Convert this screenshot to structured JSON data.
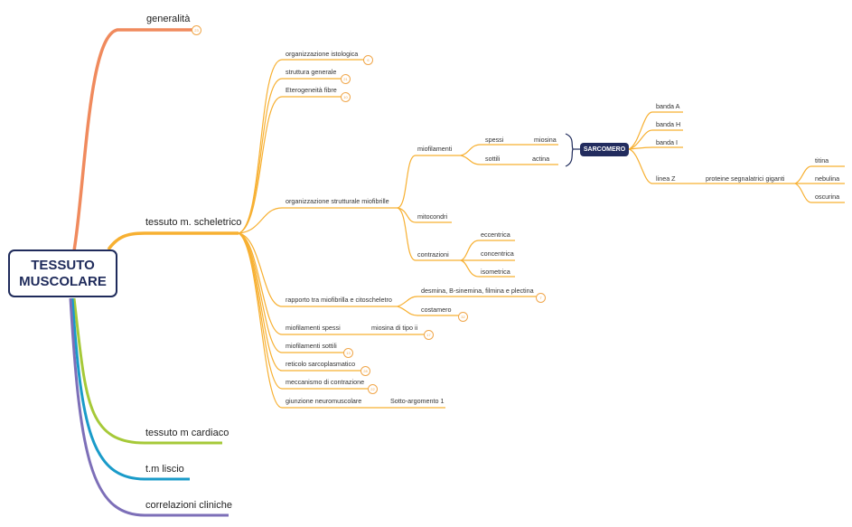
{
  "root": {
    "label": "TESSUTO\nMUSCOLARE"
  },
  "branches": {
    "generalita": {
      "label": "generalità",
      "badge": "23"
    },
    "scheletrico": {
      "label": "tessuto m. scheletrico"
    },
    "cardiaco": {
      "label": "tessuto m cardiaco"
    },
    "liscio": {
      "label": "t.m liscio"
    },
    "correlazioni": {
      "label": "correlazioni cliniche"
    }
  },
  "scheletrico_children": {
    "org_istologica": {
      "label": "organizzazione istologica",
      "badge": "6"
    },
    "struttura": {
      "label": "struttura generale",
      "badge": "21"
    },
    "eterogeneita": {
      "label": "Eterogeneità fibre",
      "badge": "10"
    },
    "org_miofibrille": {
      "label": "organizzazione strutturale miofibrille"
    },
    "rapporto": {
      "label": "rapporto tra miofibrilla e citoscheletro"
    },
    "spessi": {
      "label": "miofilamenti spessi"
    },
    "sottili": {
      "label": "miofilamenti sottili",
      "badge": "13"
    },
    "reticolo": {
      "label": "reticolo sarcoplasmatico",
      "badge": "28"
    },
    "meccanismo": {
      "label": "meccanismo di contrazione",
      "badge": "22"
    },
    "giunzione": {
      "label": "giunzione neuromuscolare"
    }
  },
  "miofibrille": {
    "miofilamenti": {
      "label": "miofilamenti"
    },
    "spessi": {
      "label": "spessi"
    },
    "miosina": {
      "label": "miosina"
    },
    "sottili": {
      "label": "sottili"
    },
    "actina": {
      "label": "actina"
    },
    "mitocondri": {
      "label": "mitocondri"
    },
    "contrazioni": {
      "label": "contrazioni"
    },
    "eccentrica": {
      "label": "eccentrica"
    },
    "concentrica": {
      "label": "concentrica"
    },
    "isometrica": {
      "label": "isometrica"
    }
  },
  "sarcomero": {
    "label": "SARCOMERO",
    "banda_a": {
      "label": "banda A"
    },
    "banda_h": {
      "label": "banda H"
    },
    "banda_i": {
      "label": "banda I"
    },
    "linea_z": {
      "label": "linea Z"
    },
    "proteine": {
      "label": "proteine segnalatrici giganti"
    },
    "titina": {
      "label": "titina"
    },
    "nebulina": {
      "label": "nebulina"
    },
    "oscurina": {
      "label": "oscurina"
    }
  },
  "rapporto_children": {
    "desmina": {
      "label": "desmina, B-sinemina, filmina e plectina",
      "badge": "7"
    },
    "costamero": {
      "label": "costamero",
      "badge": "32"
    }
  },
  "spessi_children": {
    "miosina2": {
      "label": "miosina di tipo ii",
      "badge": "17"
    }
  },
  "giunzione_children": {
    "sotto": {
      "label": "Sotto-argomento 1"
    }
  },
  "colors": {
    "generalita": "#f08a5d",
    "scheletrico": "#f7b032",
    "cardiaco": "#a6c938",
    "liscio": "#1a9bc9",
    "correlazioni": "#7d6fb8",
    "root_border": "#1f2b5b",
    "sarcomero_fill": "#222c5e"
  }
}
